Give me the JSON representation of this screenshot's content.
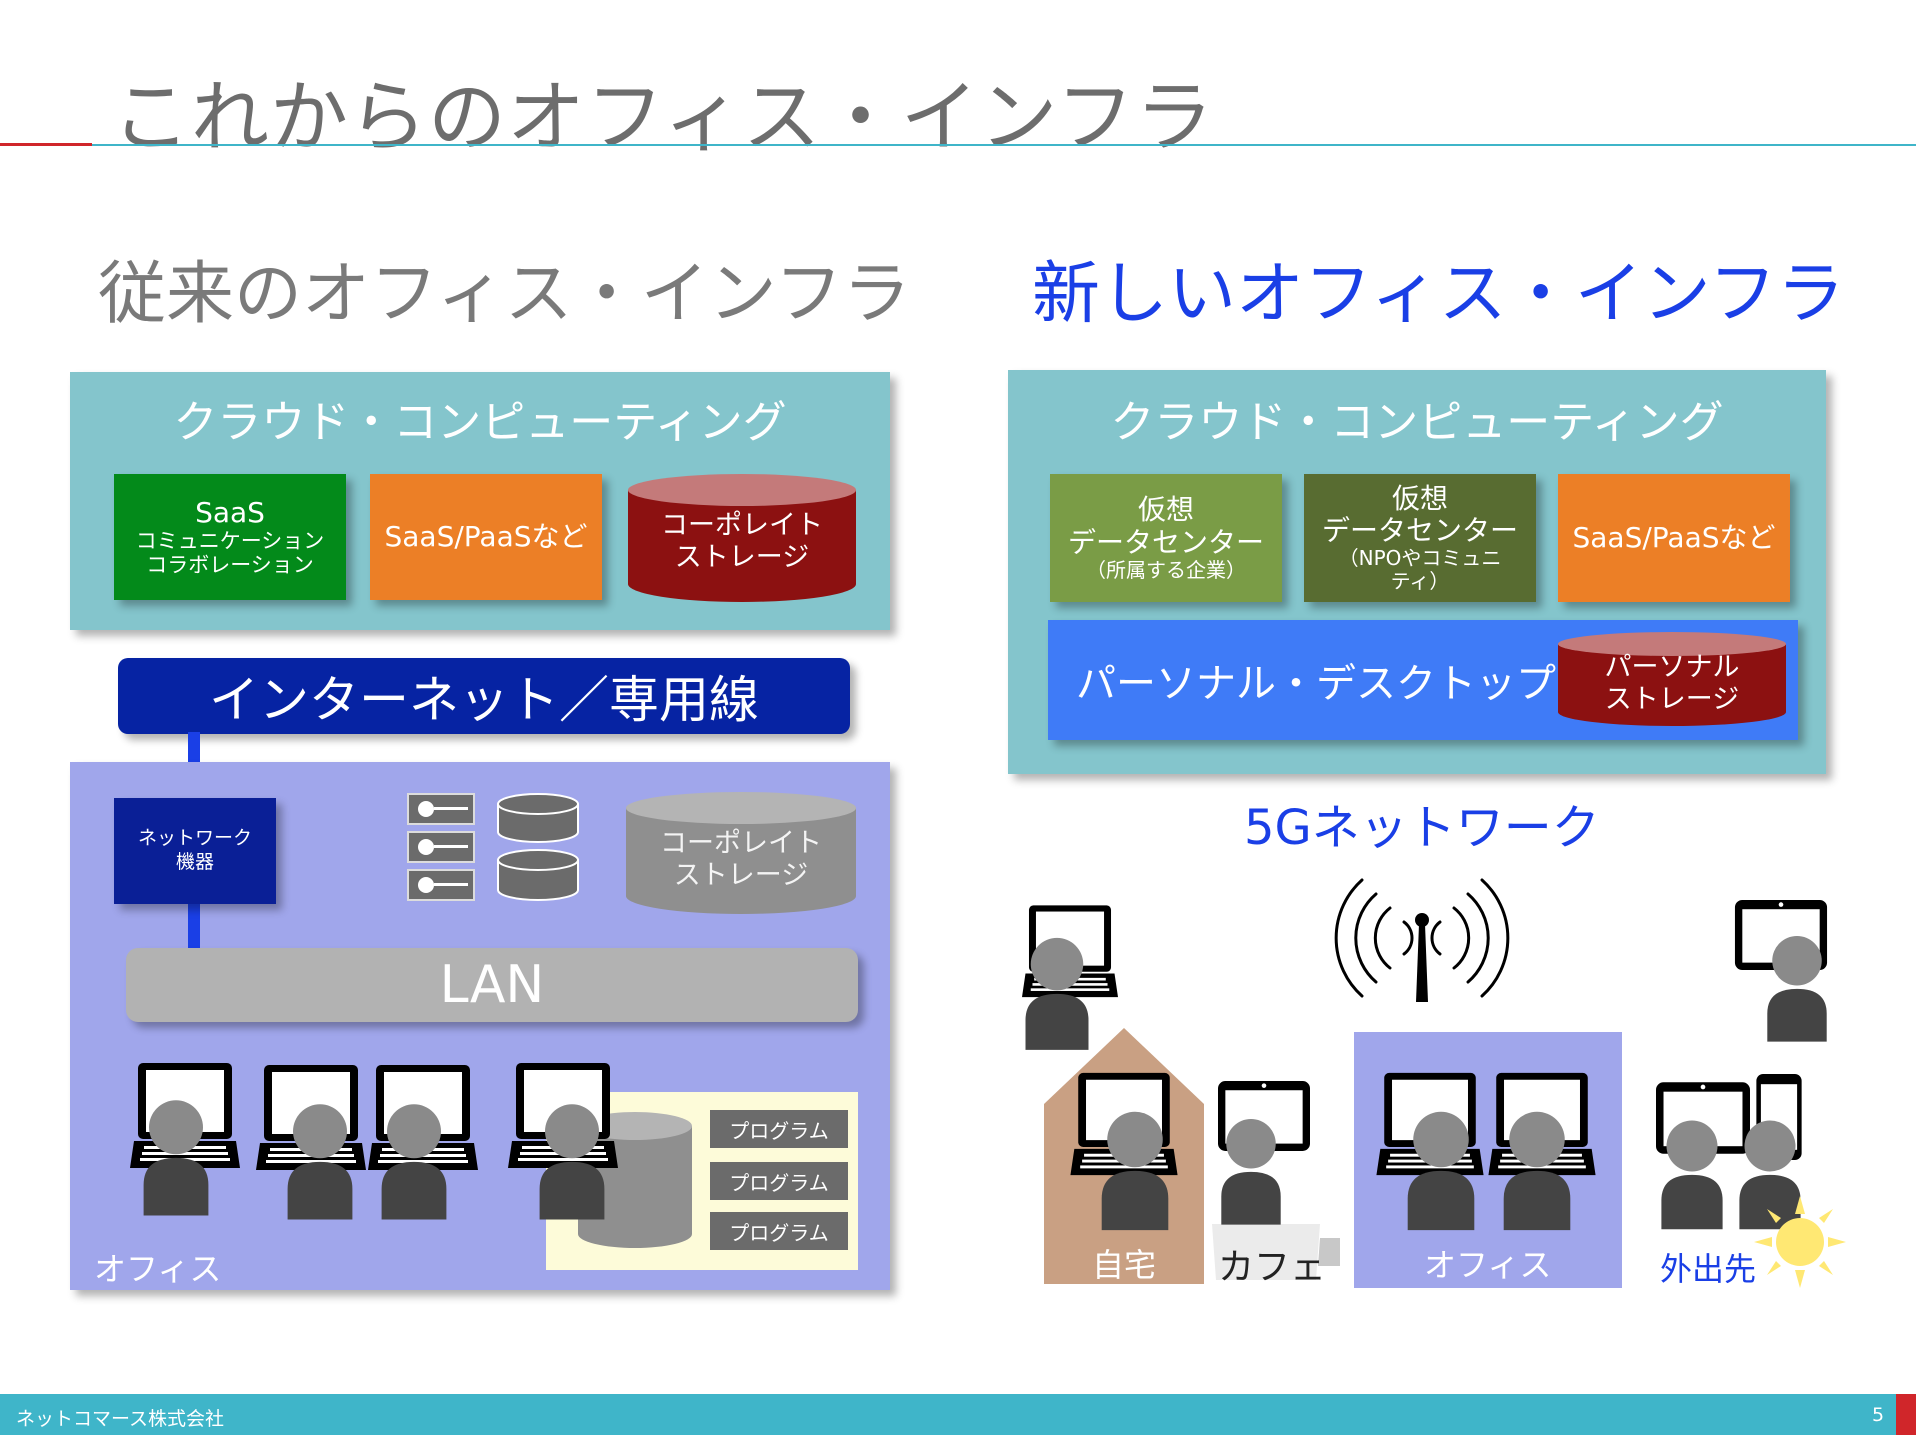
{
  "page_title": "これからのオフィス・インフラ",
  "left": {
    "heading": "従来のオフィス・インフラ",
    "cloud": {
      "label": "クラウド・コンピューティング",
      "saas_title": "SaaS",
      "saas_line1": "コミュニケーション",
      "saas_line2": "コラボレーション",
      "saas_paas": "SaaS/PaaSなど",
      "storage_line1": "コーポレイト",
      "storage_line2": "ストレージ"
    },
    "internet": "インターネット／専用線",
    "network_line1": "ネットワーク",
    "network_line2": "機器",
    "corp_storage_line1": "コーポレイト",
    "corp_storage_line2": "ストレージ",
    "lan": "LAN",
    "programs": [
      "プログラム",
      "プログラム",
      "プログラム"
    ],
    "office_label": "オフィス"
  },
  "right": {
    "heading": "新しいオフィス・インフラ",
    "cloud": {
      "label": "クラウド・コンピューティング",
      "vdc1_line1": "仮想",
      "vdc1_line2": "データセンター",
      "vdc1_note": "（所属する企業）",
      "vdc2_line1": "仮想",
      "vdc2_line2": "データセンター",
      "vdc2_note1": "（NPOやコミュニ",
      "vdc2_note2": "ティ）",
      "saas_paas": "SaaS/PaaSなど"
    },
    "desktop": "パーソナル・デスクトップ",
    "personal_storage_line1": "パーソナル",
    "personal_storage_line2": "ストレージ",
    "network_5g": "5Gネットワーク",
    "locations": {
      "home": "自宅",
      "cafe": "カフェ",
      "office": "オフィス",
      "outside": "外出先"
    }
  },
  "footer": {
    "company": "ネットコマース株式会社",
    "page": "5"
  },
  "colors": {
    "accent_blue": "#1a3fe6",
    "cloud_panel": "#84c5cc",
    "office_panel": "#a0a6eb",
    "internet_bar": "#0623a3",
    "storage_red": "#8c1111",
    "footer": "#3fb5c9"
  }
}
